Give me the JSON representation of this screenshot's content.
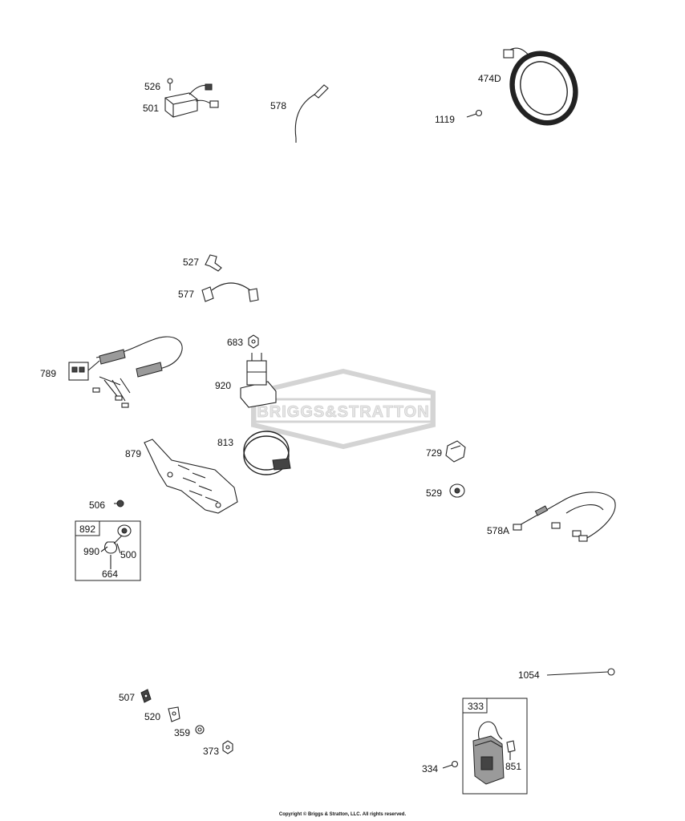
{
  "watermark": {
    "text": "BRIGGS&STRATTON"
  },
  "copyright": "Copyright © Briggs & Stratton, LLC. All rights reserved.",
  "parts": {
    "p526": "526",
    "p501": "501",
    "p578": "578",
    "p474D": "474D",
    "p1119": "1119",
    "p527": "527",
    "p577": "577",
    "p683": "683",
    "p789": "789",
    "p920": "920",
    "p813": "813",
    "p879": "879",
    "p729": "729",
    "p529": "529",
    "p506": "506",
    "p578A": "578A",
    "p892": "892",
    "p990": "990",
    "p500": "500",
    "p664": "664",
    "p1054": "1054",
    "p507": "507",
    "p520": "520",
    "p359": "359",
    "p373": "373",
    "p333": "333",
    "p334": "334",
    "p851": "851"
  }
}
